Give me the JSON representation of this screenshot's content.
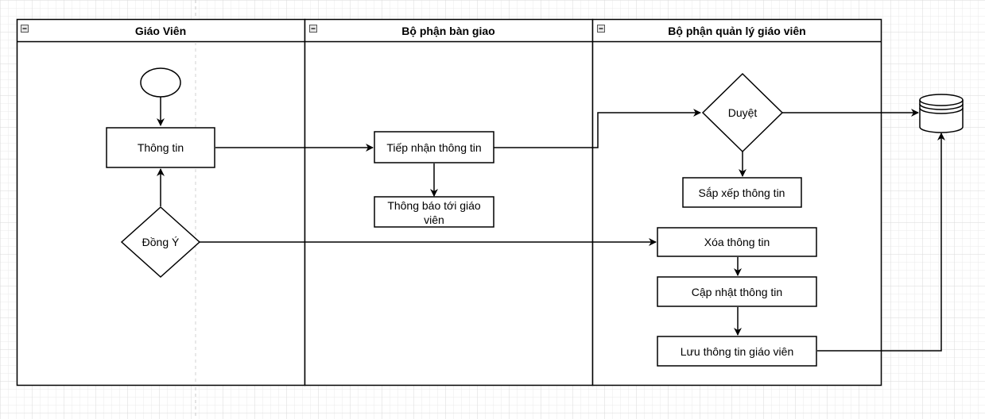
{
  "colors": {
    "background": "#ffffff",
    "grid_minor": "#ebebeb",
    "grid_major": "#dadada",
    "stroke": "#000000"
  },
  "lanes": [
    {
      "id": "giao-vien",
      "title": "Giáo Viên"
    },
    {
      "id": "ban-giao",
      "title": "Bộ phận bàn giao"
    },
    {
      "id": "quan-ly",
      "title": "Bộ phận quản lý giáo viên"
    }
  ],
  "nodes": {
    "start": {
      "shape": "ellipse",
      "label": ""
    },
    "thong_tin": {
      "shape": "rect",
      "label": "Thông tin"
    },
    "dong_y": {
      "shape": "diamond",
      "label": "Đồng Ý"
    },
    "tiep_nhan": {
      "shape": "rect",
      "label": "Tiếp nhận thông tin"
    },
    "thong_bao": {
      "shape": "rect",
      "label_lines": [
        "Thông báo tới giáo",
        "viên"
      ]
    },
    "duyet": {
      "shape": "diamond",
      "label": "Duyệt"
    },
    "sap_xep": {
      "shape": "rect",
      "label": "Sắp xếp thông tin"
    },
    "xoa": {
      "shape": "rect",
      "label": "Xóa thông tin"
    },
    "cap_nhat": {
      "shape": "rect",
      "label": "Cập nhật thông tin"
    },
    "luu": {
      "shape": "rect",
      "label": "Lưu thông tin giáo viên"
    },
    "database": {
      "shape": "cylinder",
      "label": ""
    }
  },
  "edges": [
    {
      "from": "start",
      "to": "thong_tin"
    },
    {
      "from": "dong_y",
      "to": "thong_tin"
    },
    {
      "from": "thong_tin",
      "to": "tiep_nhan"
    },
    {
      "from": "tiep_nhan",
      "to": "thong_bao"
    },
    {
      "from": "tiep_nhan",
      "to": "duyet"
    },
    {
      "from": "duyet",
      "to": "database"
    },
    {
      "from": "duyet",
      "to": "sap_xep"
    },
    {
      "from": "dong_y",
      "to": "xoa"
    },
    {
      "from": "xoa",
      "to": "cap_nhat"
    },
    {
      "from": "cap_nhat",
      "to": "luu"
    },
    {
      "from": "luu",
      "to": "database"
    }
  ],
  "icons": {
    "lane_collapse": "minus-box-icon"
  }
}
